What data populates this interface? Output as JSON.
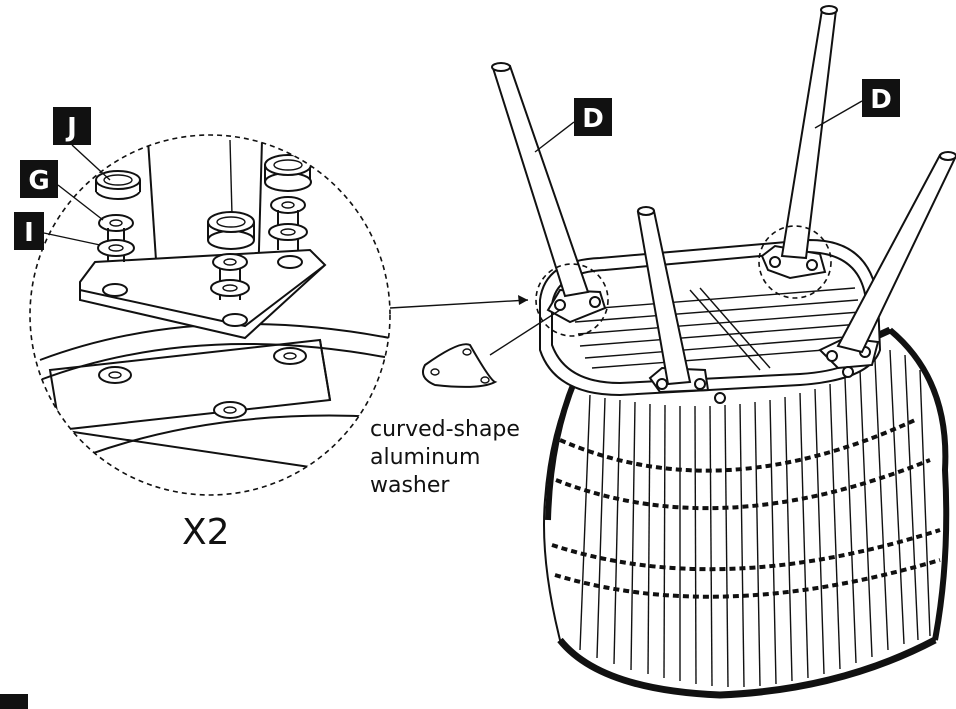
{
  "labels": {
    "part_j": "J",
    "part_g": "G",
    "part_i": "I",
    "part_d_left": "D",
    "part_d_right": "D"
  },
  "callout": {
    "line1": "curved-shape",
    "line2": "aluminum",
    "line3": "washer"
  },
  "quantity": "X2"
}
